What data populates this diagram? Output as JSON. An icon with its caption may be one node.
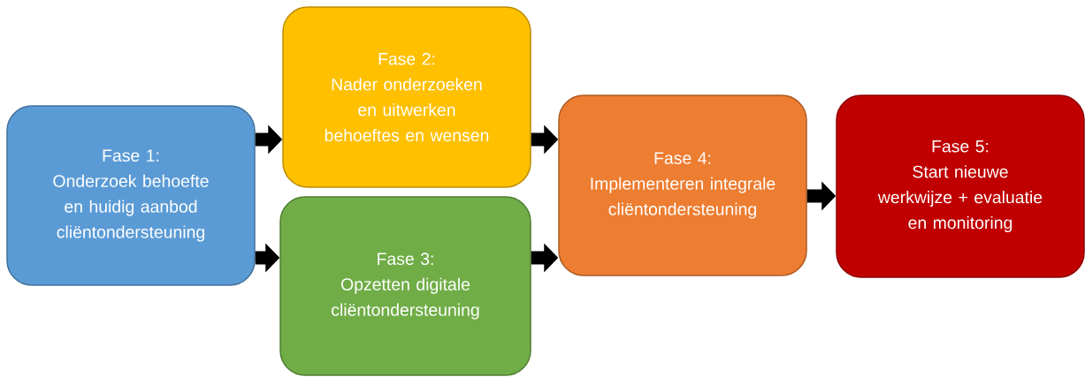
{
  "diagram": {
    "nodes": [
      {
        "text": [
          "Fase 1:",
          "Onderzoek behoefte en huidig aanbod cliëntondersteuning"
        ]
      },
      {
        "text": [
          "Fase 2:",
          "Nader onderzoeken en uitwerken behoeftes en wensen"
        ]
      },
      {
        "text": [
          "Fase 3:",
          "Opzetten digitale cliëntondersteuning"
        ]
      },
      {
        "text": [
          "Fase 4:",
          "Implementeren integrale cliëntondersteuning"
        ]
      },
      {
        "text": [
          "Fase 5:",
          "Start nieuwe werkwijze + evaluatie en monitoring"
        ]
      }
    ],
    "edges": [
      {
        "from": 0,
        "to": 1,
        "arrow": "to"
      },
      {
        "from": 0,
        "to": 2,
        "arrow": "to"
      },
      {
        "from": 1,
        "to": 3,
        "arrow": "to"
      },
      {
        "from": 2,
        "to": 3,
        "arrow": "to"
      },
      {
        "from": 3,
        "to": 4,
        "arrow": "to"
      }
    ]
  }
}
